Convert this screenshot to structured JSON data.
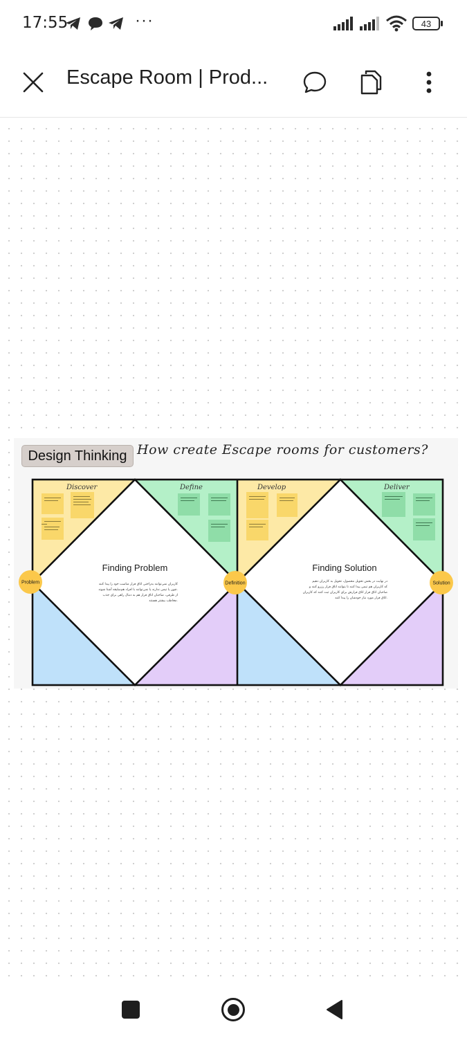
{
  "status_bar": {
    "time": "17:55",
    "notification_icons": [
      "telegram-icon",
      "chat-bubble-icon",
      "telegram-icon"
    ],
    "more": "···",
    "battery": "43"
  },
  "header": {
    "title": "Escape Room | Prod...",
    "close_icon": "close-icon",
    "comment_icon": "comment-icon",
    "pages_icon": "pages-icon",
    "more_icon": "more-vertical-icon"
  },
  "board": {
    "tag": "Design Thinking",
    "question": "How create Escape rooms for customers?",
    "phases": [
      "Discover",
      "Define",
      "Develop",
      "Deliver"
    ],
    "center_left": {
      "title": "Finding Problem",
      "lines": [
        "کاربران نمی‌توانند به‌راحتی اتاق فرار مناسب خود را پیدا کنند",
        "چون یا تیمی ندارند یا نمی‌توانند با افراد هم‌سلیقه آشنا شوند.",
        "از طرفی، صاحبان اتاق فرار هم به دنبال راهی برای جذب",
        "مخاطب بیشتر هستند."
      ]
    },
    "center_right": {
      "title": "Finding Solution",
      "lines": [
        "در نهایت در بخش تحویل محصول، تحویل به کاربران دهیم",
        "که کاربران هم تیمی پیدا کنند تا بتوانند اتاق فرار رزرو کنند و",
        "صاحبان اتاق فرار اتاق فرارش برای کاربران ثبت کنند که کاربران",
        "اتاق فرار مورد نیاز خودشان را پیدا کنند."
      ]
    },
    "nodes": [
      "Problem",
      "Definition",
      "Solution"
    ],
    "colors": {
      "discover": "#fde9a6",
      "define": "#b4f0c8",
      "lower_left": "#bfe1fa",
      "lower_right": "#e3cdf9",
      "node": "#fbc84a",
      "sticky_yellow": "#f9d76a",
      "sticky_green": "#8fdda8"
    }
  },
  "nav_bar": {
    "recents_icon": "square-icon",
    "home_icon": "circle-icon",
    "back_icon": "triangle-back-icon"
  }
}
